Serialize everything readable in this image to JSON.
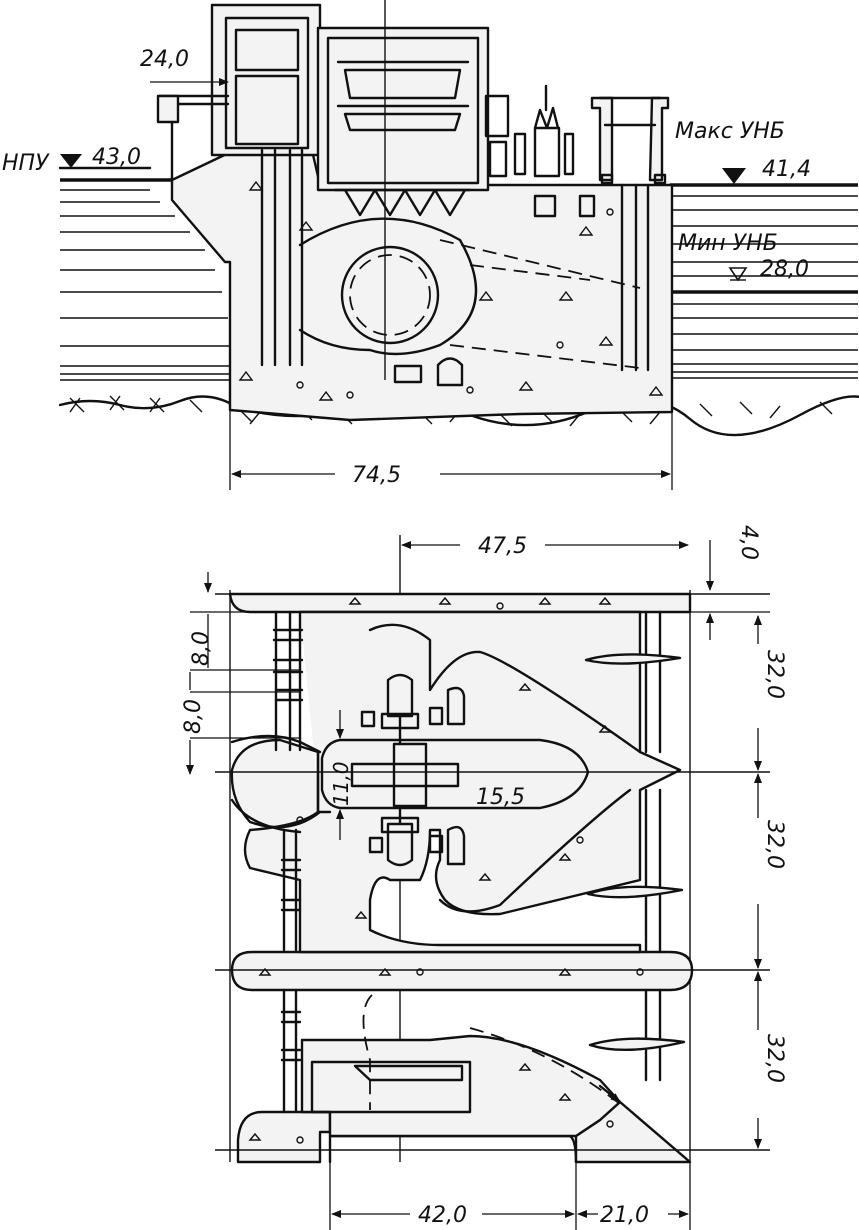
{
  "section": {
    "npu_label": "НПУ",
    "npu_level": "43,0",
    "top_width": "24,0",
    "max_tailwater_label": "Макс УНБ",
    "max_tailwater_level": "41,4",
    "min_tailwater_label": "Мин УНБ",
    "min_tailwater_level": "28,0",
    "length": "74,5"
  },
  "plan": {
    "dim_47_5": "47,5",
    "dim_4_0": "4,0",
    "dim_8_0_a": "8,0",
    "dim_8_0_b": "8,0",
    "dim_11_0": "11,0",
    "dim_15_5": "15,5",
    "dim_32_0_a": "32,0",
    "dim_32_0_b": "32,0",
    "dim_32_0_c": "32,0",
    "dim_42_0": "42,0",
    "dim_21_0": "21,0"
  },
  "icons": {
    "level_marker": "triangle-down-icon",
    "dimension_arrow": "arrow-head-icon"
  }
}
